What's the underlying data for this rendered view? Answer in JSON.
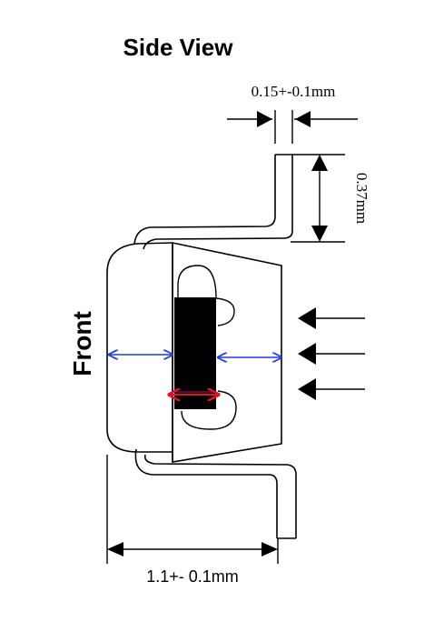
{
  "title": "Side View",
  "front_label": "Front",
  "dimensions": {
    "lead_thickness": "0.15+-0.1mm",
    "lead_height": "0.37mm",
    "body_width": "1.1+- 0.1mm"
  },
  "colors": {
    "line": "#000000",
    "blue_arrow": "#1f3fd6",
    "red_arrow": "#e0141e",
    "magenta_arrow": "#b01a6a",
    "die": "#000000"
  },
  "icons": [
    "arrow-left-icon",
    "arrow-right-icon",
    "double-arrow-icon"
  ]
}
